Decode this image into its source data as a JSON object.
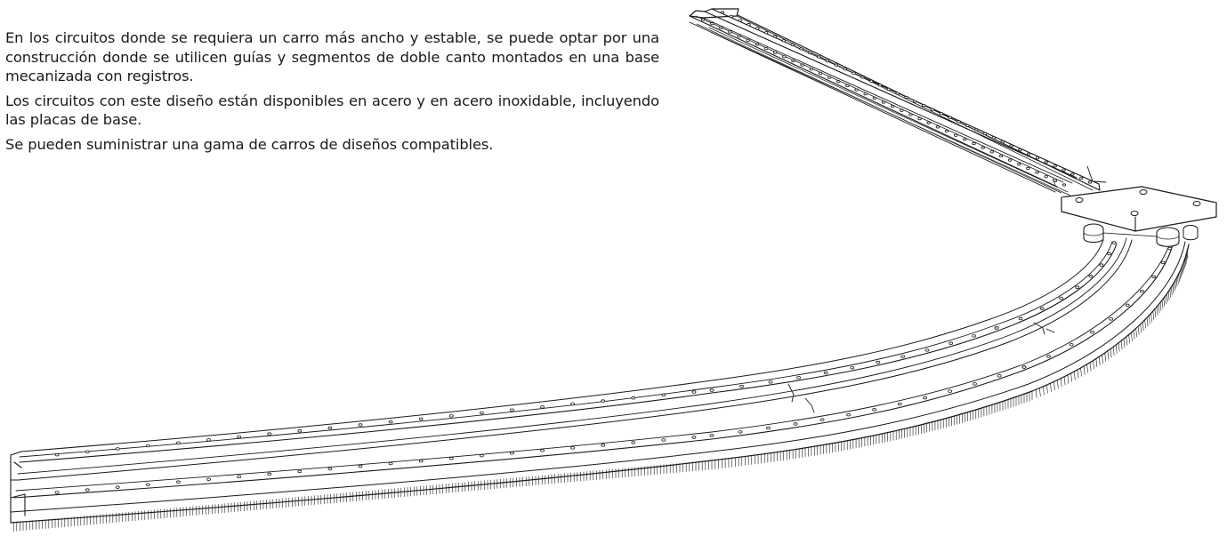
{
  "description": {
    "paragraphs": [
      "En los circuitos donde se requiera un carro más ancho y estable, se puede optar por una construcción donde se utilicen guías y segmentos de doble canto montados en una base mecanizada con registros.",
      "Los circuitos con este diseño están disponibles en acero y en acero inoxidable, incluyendo las placas de base.",
      "Se pueden suministrar una gama de carros de diseños compatibles."
    ]
  },
  "illustration": {
    "subject": "track-assembly-drawing",
    "line_color": "#1a1a1a",
    "fill_color": "#ffffff"
  }
}
